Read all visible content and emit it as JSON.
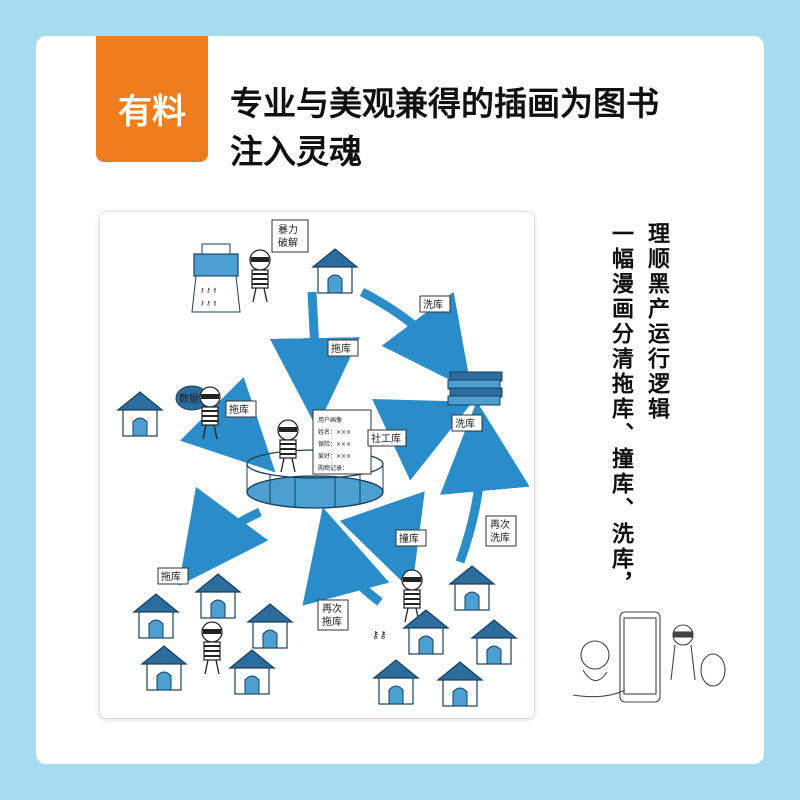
{
  "tag": {
    "label": "有料"
  },
  "headline": {
    "line1": "专业与美观兼得的插画为图书",
    "line2": "注入灵魂"
  },
  "side_text": {
    "col1": "理顺黑产运行逻辑",
    "col2": "一幅漫画分清拖库、撞库、洗库，"
  },
  "illustration": {
    "labels": {
      "brute_force": "暴力破解",
      "drag_top": "拖库",
      "wash_top": "洗库",
      "drag_left": "拖库",
      "wash_right": "洗库",
      "data_bag": "数据",
      "social_db": "社工库",
      "profile_title": "用户画像",
      "profile_name": "姓名：×××",
      "profile_insurance": "保险：×××",
      "profile_hobby": "爱好：×××",
      "profile_purchase": "购物记录：",
      "drag_bottom_left": "拖库",
      "collide": "撞库",
      "re_wash": "再次洗库",
      "re_drag": "再次拖库"
    },
    "colors": {
      "house": "#4b9fd1",
      "roof": "#2c6d9e",
      "arrow": "#2a8cc8"
    }
  }
}
